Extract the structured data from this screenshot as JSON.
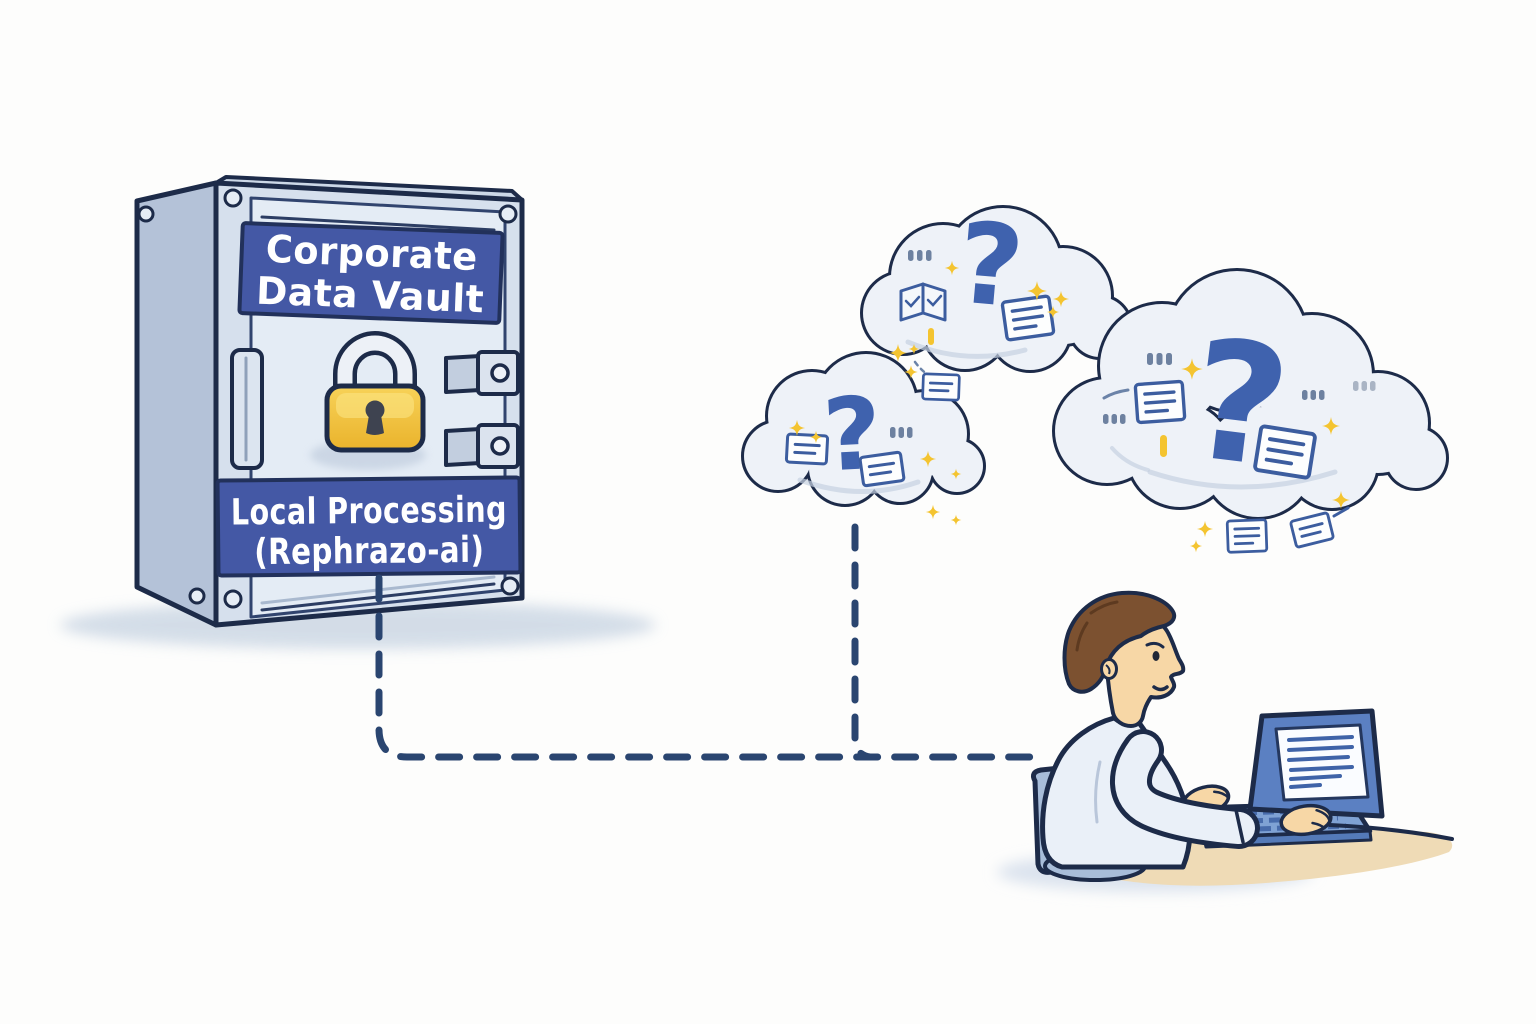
{
  "scene": {
    "background": "#fdfdfc",
    "connection_style": "dashed-line",
    "colors": {
      "outline_navy": "#1d2b49",
      "sign_blue": "#4458a5",
      "sign_text": "#ffffff",
      "vault_front": "#d6e0ed",
      "vault_door": "#e4ecf5",
      "vault_side": "#b4c2d8",
      "lock_gold": "#f3c33c",
      "cloud_fill": "#eef2f8",
      "question_blue": "#3f62ae",
      "doc_blue": "#3c5d9f",
      "sparkle_gold": "#f4c430",
      "dash_blue": "#2a4570",
      "desk_tan": "#efdbb6",
      "skin": "#f7d7a6",
      "hair_brown": "#7c5130",
      "shirt": "#eaf0f8",
      "chair_blue": "#a8bdd9",
      "laptop_blue": "#5b80c2"
    }
  },
  "vault": {
    "top_sign_line1": "Corporate",
    "top_sign_line2": "Data Vault",
    "bottom_sign_line1": "Local Processing",
    "bottom_sign_line2": "(Rephrazo-ai)",
    "lock_icon": "padlock-locked-icon",
    "hardware_icons": [
      "handle-icon",
      "hinge-icon",
      "hinge-icon",
      "screw-icon"
    ]
  },
  "clouds": {
    "question_mark": "?",
    "top_cloud_icons": [
      "ellipsis-icon",
      "open-book-icon",
      "exclamation-bar-icon",
      "question-mark",
      "document-icon",
      "sparkle-icon"
    ],
    "left_cloud_icons": [
      "question-mark",
      "document-icon",
      "document-icon",
      "ellipsis-icon",
      "sparkle-icon"
    ],
    "right_cloud_icons": [
      "question-mark",
      "document-icon",
      "document-icon",
      "ellipsis-icon",
      "exclamation-bar-icon",
      "sparkle-icon"
    ],
    "loose_document_icon_count": 4
  },
  "workstation": {
    "person_icon": "person-typing-icon",
    "laptop_icon": "laptop-open-icon",
    "screen_content_icon": "document-lines-icon"
  }
}
